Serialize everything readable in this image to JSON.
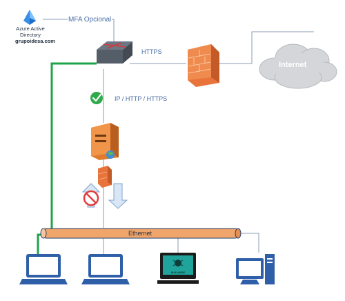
{
  "labels": {
    "azure_line1": "Azure Active",
    "azure_line2": "Directory",
    "azure_domain": "grupoidesa.com",
    "mfa": "MFA Opcional",
    "https": "HTTPS",
    "internet": "Internet",
    "ip_http_https": "IP / HTTP / HTTPS",
    "ethernet": "Ethernet",
    "malware": "MALWARE"
  },
  "colors": {
    "green_link": "#1ea34a",
    "ethernet_pipe": "#f0a56b",
    "device_blue": "#2f5fa8",
    "firewall": "#e8743b",
    "server": "#e07b2e",
    "text_blue": "#4a6fa5"
  },
  "icons": [
    "azure-ad-icon",
    "router-icon",
    "firewall-icon",
    "cloud-icon",
    "check-icon",
    "server-icon",
    "blocked-icon",
    "laptop-icon",
    "malware-monitor-icon",
    "desktop-icon"
  ]
}
